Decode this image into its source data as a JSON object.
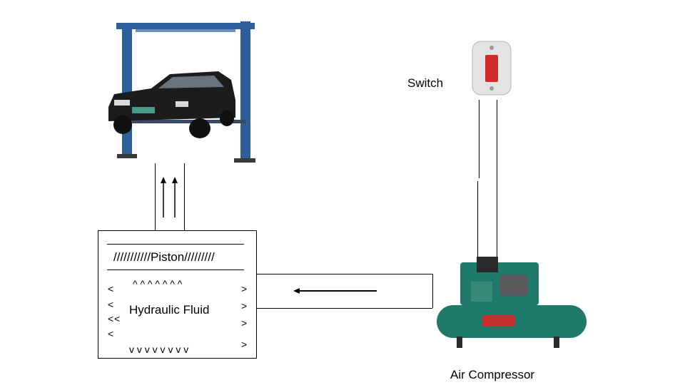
{
  "labels": {
    "switch": "Switch",
    "piston": "///////////Piston/////////",
    "fluid": "Hydraulic Fluid",
    "compressor": "Air Compressor"
  },
  "pressure_marks": {
    "top": "^ ^  ^  ^  ^ ^ ^",
    "bottom": "v v v v v v v v",
    "left": [
      "<",
      "<",
      "<",
      "<",
      "<"
    ],
    "right": [
      ">",
      ">",
      ">",
      ">"
    ]
  },
  "icons": {
    "lift": "car-on-two-post-lift-icon",
    "switch": "wall-switch-icon",
    "compressor": "air-compressor-icon"
  },
  "colors": {
    "lift_blue": "#2f5f9a",
    "switch_red": "#d42a2a",
    "compressor_green": "#1f7a6c"
  }
}
